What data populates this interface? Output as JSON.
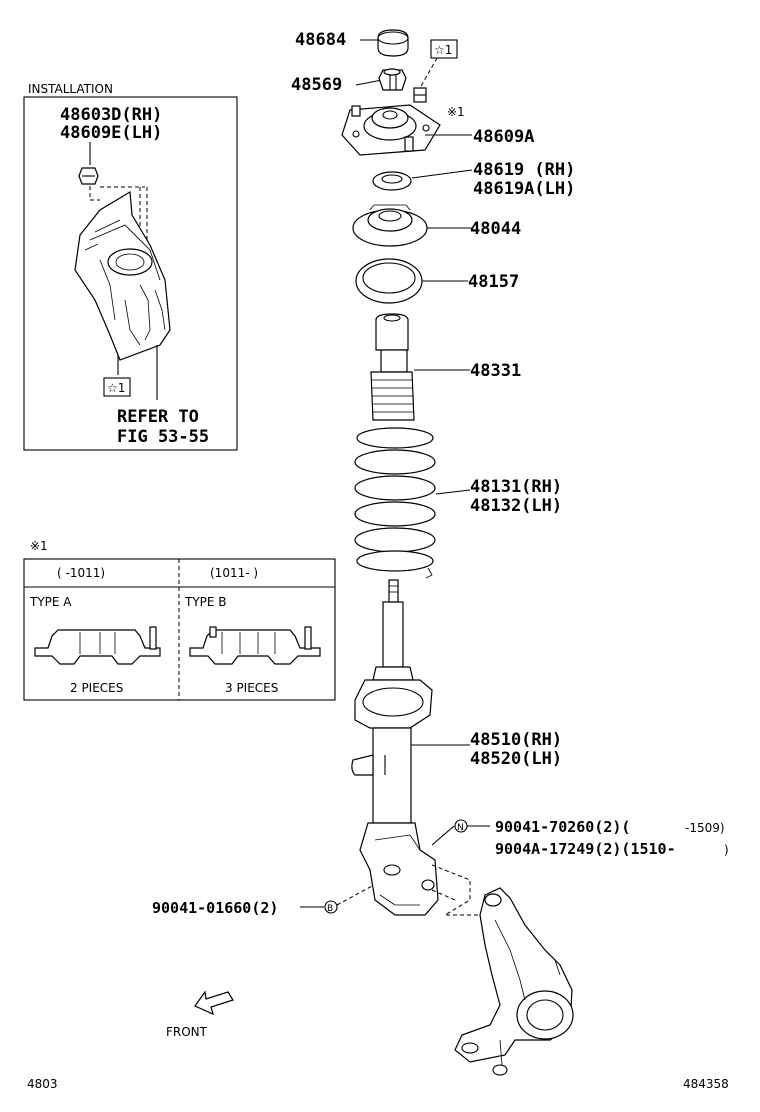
{
  "installation": {
    "title": "INSTALLATION",
    "part_rh": "48603D(RH)",
    "part_lh": "48609E(LH)",
    "refer_line1": "REFER TO",
    "refer_line2": "FIG 53-55",
    "star_tag": "☆1"
  },
  "note_table": {
    "marker": "※1",
    "col_a_range": "(     -1011)",
    "col_b_range": "(1011-     )",
    "col_a_type": "TYPE A",
    "col_b_type": "TYPE B",
    "col_a_qty": "2 PIECES",
    "col_b_qty": "3 PIECES"
  },
  "callouts": {
    "p48684": "48684",
    "p48569": "48569",
    "star_tag": "☆1",
    "note_marker": "※1",
    "p48609A": "48609A",
    "p48619_rh": "48619 (RH)",
    "p48619A_lh": "48619A(LH)",
    "p48044": "48044",
    "p48157": "48157",
    "p48331": "48331",
    "p48131_rh": "48131(RH)",
    "p48132_lh": "48132(LH)",
    "p48510_rh": "48510(RH)",
    "p48520_lh": "48520(LH)",
    "bolt_n_1": "90041-70260(2)(",
    "bolt_n_1_date": "-1509)",
    "bolt_n_2": "9004A-17249(2)(1510-",
    "bolt_n_2_date": ")",
    "bolt_n_marker": "N",
    "bolt_b": "90041-01660(2)",
    "bolt_b_marker": "B"
  },
  "front_label": "FRONT",
  "footer": {
    "left_code": "4803",
    "right_code": "484358"
  }
}
